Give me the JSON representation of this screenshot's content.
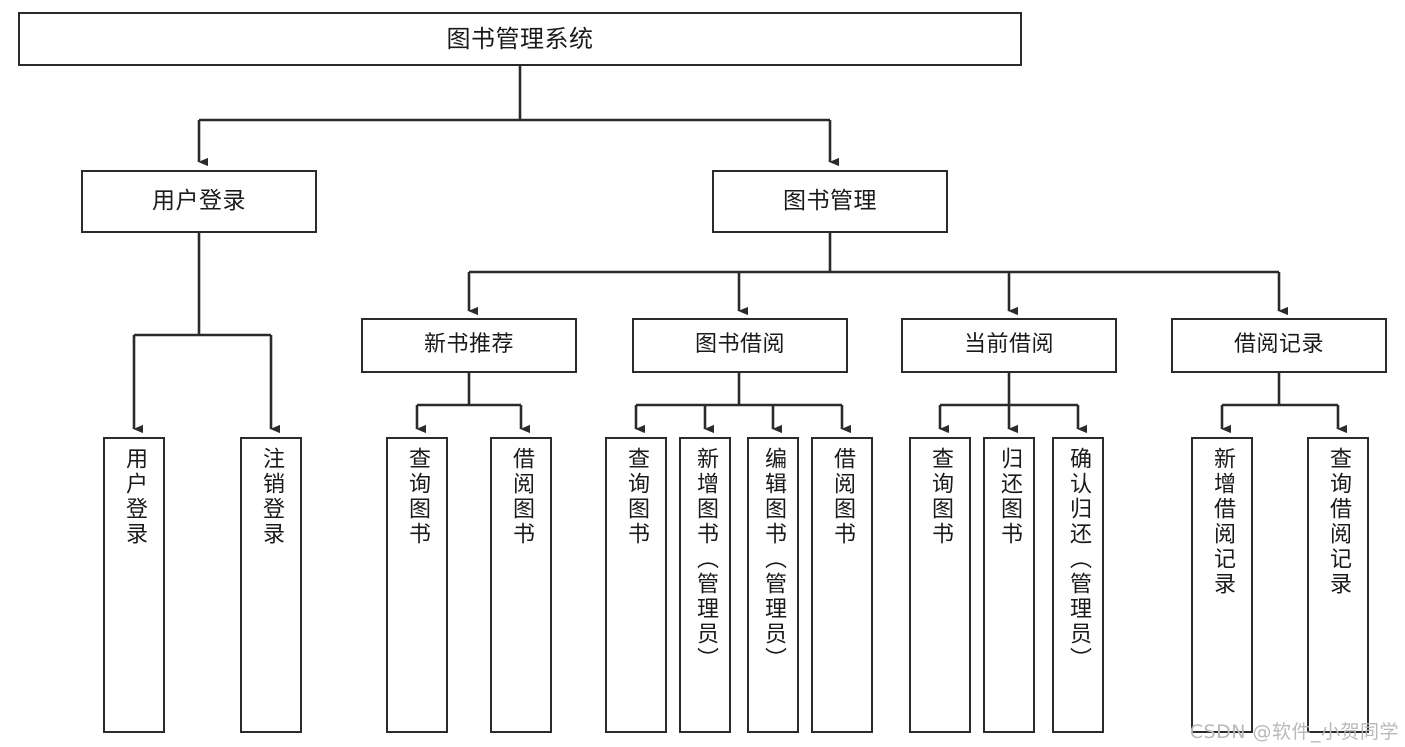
{
  "diagram": {
    "title": "图书管理系统",
    "type": "hierarchy-tree",
    "watermark": "CSDN @软件_小贺同学",
    "colors": {
      "background": "#ffffff",
      "box_border": "#2b2b2b",
      "box_fill": "#ffffff",
      "connector": "#2b2b2b",
      "text": "#1a1a1a",
      "watermark": "#b9b9b9"
    },
    "root": {
      "label": "图书管理系统"
    },
    "level2": [
      {
        "label": "用户登录"
      },
      {
        "label": "图书管理"
      }
    ],
    "level3": [
      {
        "label": "新书推荐"
      },
      {
        "label": "图书借阅"
      },
      {
        "label": "当前借阅"
      },
      {
        "label": "借阅记录"
      }
    ],
    "leaves": {
      "user_login": [
        {
          "label": "用户登录"
        },
        {
          "label": "注销登录"
        }
      ],
      "new_book_recommend": [
        {
          "label": "查询图书"
        },
        {
          "label": "借阅图书"
        }
      ],
      "book_borrow": [
        {
          "label": "查询图书"
        },
        {
          "label": "新增图书（管理员）"
        },
        {
          "label": "编辑图书（管理员）"
        },
        {
          "label": "借阅图书"
        }
      ],
      "current_borrow": [
        {
          "label": "查询图书"
        },
        {
          "label": "归还图书"
        },
        {
          "label": "确认归还（管理员）"
        }
      ],
      "borrow_record": [
        {
          "label": "新增借阅记录"
        },
        {
          "label": "查询借阅记录"
        }
      ]
    }
  }
}
